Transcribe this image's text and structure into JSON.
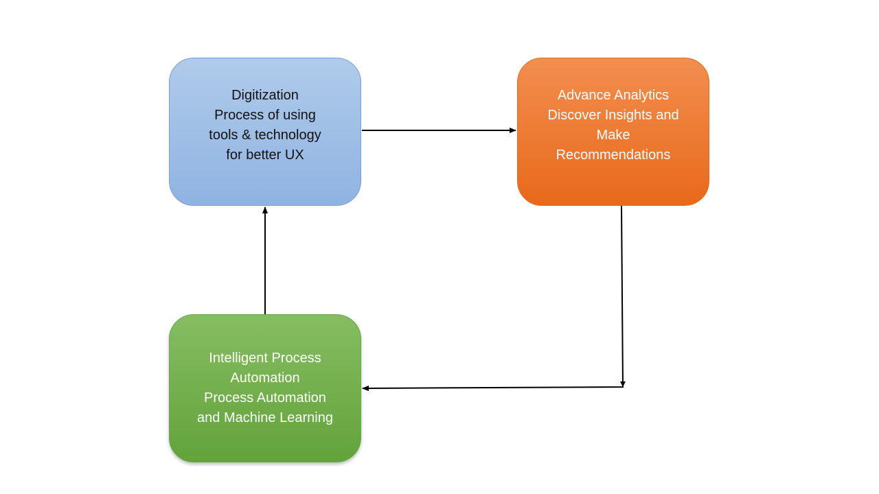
{
  "nodes": [
    {
      "id": "digitization",
      "lines": [
        "Digitization",
        "Process of using",
        "tools & technology",
        "for better UX"
      ],
      "fill_top": "#b0cbea",
      "fill_bottom": "#8fb3e2"
    },
    {
      "id": "analytics",
      "lines": [
        "Advance Analytics",
        "Discover Insights and",
        "Make",
        "Recommendations"
      ],
      "fill_top": "#f28e4f",
      "fill_bottom": "#e8691a"
    },
    {
      "id": "automation",
      "lines": [
        "Intelligent Process",
        "Automation",
        "Process Automation",
        "and Machine Learning"
      ],
      "fill_top": "#86bd62",
      "fill_bottom": "#62a33a"
    }
  ],
  "connectors": [
    {
      "from": "digitization",
      "to": "analytics"
    },
    {
      "from": "analytics",
      "to": "automation"
    },
    {
      "from": "automation",
      "to": "digitization"
    }
  ],
  "colors": {
    "background": "#ffffff",
    "connector": "#000000"
  }
}
